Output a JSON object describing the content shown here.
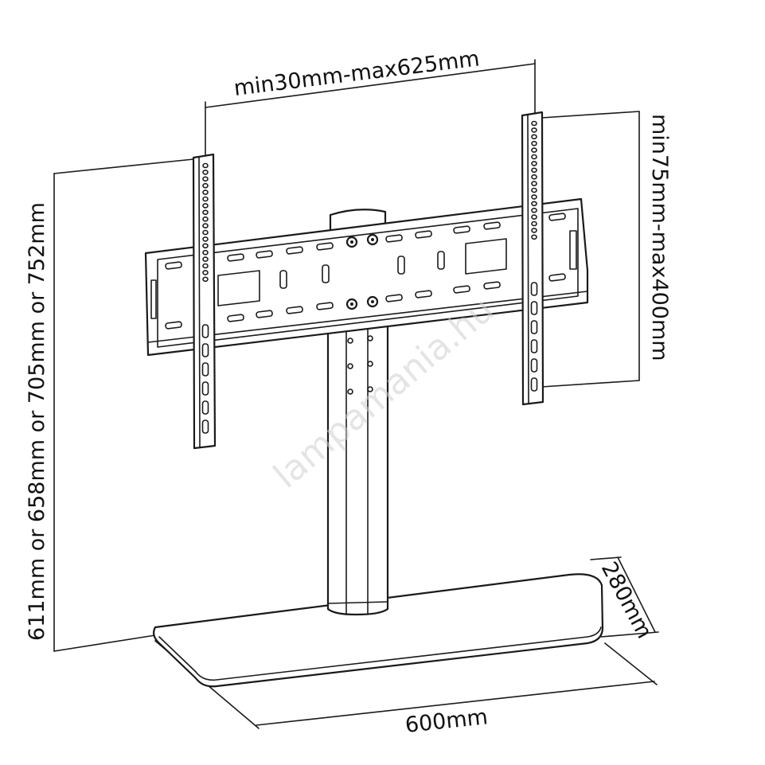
{
  "diagram": {
    "dimensions": {
      "width_label": "min30mm-max625mm",
      "vertical_spacing_label": "min75mm-max400mm",
      "height_label": "611mm or 658mm or 705mm or 752mm",
      "base_depth_label": "280mm",
      "base_width_label": "600mm"
    },
    "watermark": "lampamania.hu"
  }
}
